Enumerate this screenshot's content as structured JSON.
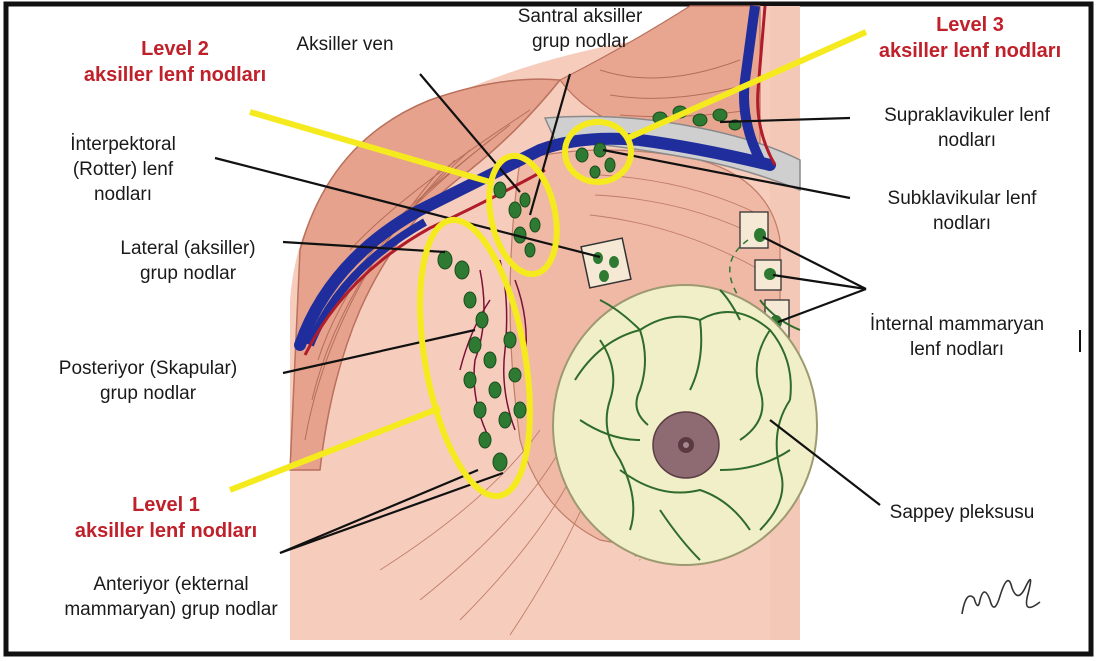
{
  "labels": {
    "level2": {
      "line1": "Level 2",
      "line2": "aksiller lenf nodları"
    },
    "aksiller_ven": "Aksiller ven",
    "santral": {
      "line1": "Santral aksiller",
      "line2": "grup nodlar"
    },
    "level3": {
      "line1": "Level 3",
      "line2": "aksiller lenf nodları"
    },
    "interpektoral": {
      "line1": "İnterpektoral",
      "line2": "(Rotter) lenf",
      "line3": "nodları"
    },
    "supraklavikuler": {
      "line1": "Supraklavikuler lenf",
      "line2": "nodları"
    },
    "subklavikular": {
      "line1": "Subklavikular lenf",
      "line2": "nodları"
    },
    "lateral": {
      "line1": "Lateral (aksiller)",
      "line2": "grup nodlar"
    },
    "internal_mammaryan": {
      "line1": "İnternal mammaryan",
      "line2": "lenf nodları"
    },
    "posteriyor": {
      "line1": "Posteriyor  (Skapular)",
      "line2": "grup nodlar"
    },
    "level1": {
      "line1": "Level 1",
      "line2": "aksiller lenf nodları"
    },
    "sappey": "Sappey pleksusu",
    "anteriyor": {
      "line1": "Anteriyor  (ekternal",
      "line2": "mammaryan)  grup nodlar"
    }
  },
  "colors": {
    "muscle": "#e9a590",
    "skin": "#f2c2b0",
    "vein": "#1f2e9c",
    "artery": "#b01c2a",
    "node": "#2e7a32",
    "breast": "#f1efc8",
    "highlight": "#f5ea1e",
    "level_text": "#c0202a"
  }
}
